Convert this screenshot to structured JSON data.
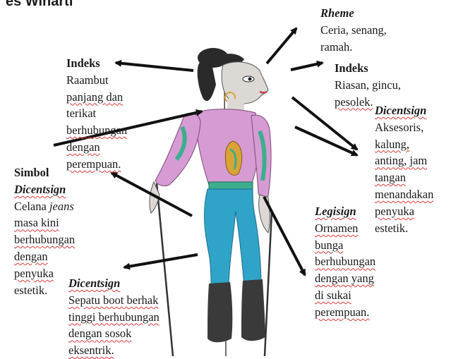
{
  "header_fragment": "es Wiharti",
  "labels": {
    "rheme": {
      "title": "Rheme",
      "lines": [
        "Ceria, senang,",
        "ramah."
      ]
    },
    "indeks_hair": {
      "title": "Indeks",
      "lines": [
        "Raambut",
        "panjang dan",
        "terikat",
        "berhubungan",
        "dengan",
        "perempuan."
      ]
    },
    "indeks_face": {
      "title": "Indeks",
      "lines": [
        "Riasan, gincu,",
        "pesolek."
      ]
    },
    "dicentsign_access": {
      "title": "Dicentsign",
      "lines": [
        "Aksesoris,",
        "kalung,",
        "anting, jam",
        "tangan",
        "menandakan",
        "penyuka",
        "estetik."
      ]
    },
    "simbol": {
      "title": "Simbol",
      "title2": "Dicentsign",
      "lines_pre": "Celana ",
      "lines_pre_it": "jeans",
      "lines": [
        "masa kini",
        "berhubungan",
        "dengan",
        "penyuka",
        "estetik."
      ]
    },
    "legisign": {
      "title": "Legisign",
      "lines": [
        "Ornamen",
        "bunga",
        "berhubungan",
        "dengan yang",
        "di sukai",
        "perempuan."
      ]
    },
    "dicentsign_boot": {
      "title": "Dicentsign",
      "lines": [
        "Sepatu boot berhak",
        "tinggi berhubungan",
        "dengan sosok",
        "eksentrik."
      ]
    }
  },
  "colors": {
    "arrow": "#111111",
    "skin": "#dcd9d4",
    "hair": "#2a2a2a",
    "top": "#d69bd2",
    "jeans": "#2fa4c8",
    "boots": "#3a3a3a",
    "accent_green": "#3cae8e",
    "accent_gold": "#d9a435",
    "squiggle": "#d83a3a"
  }
}
